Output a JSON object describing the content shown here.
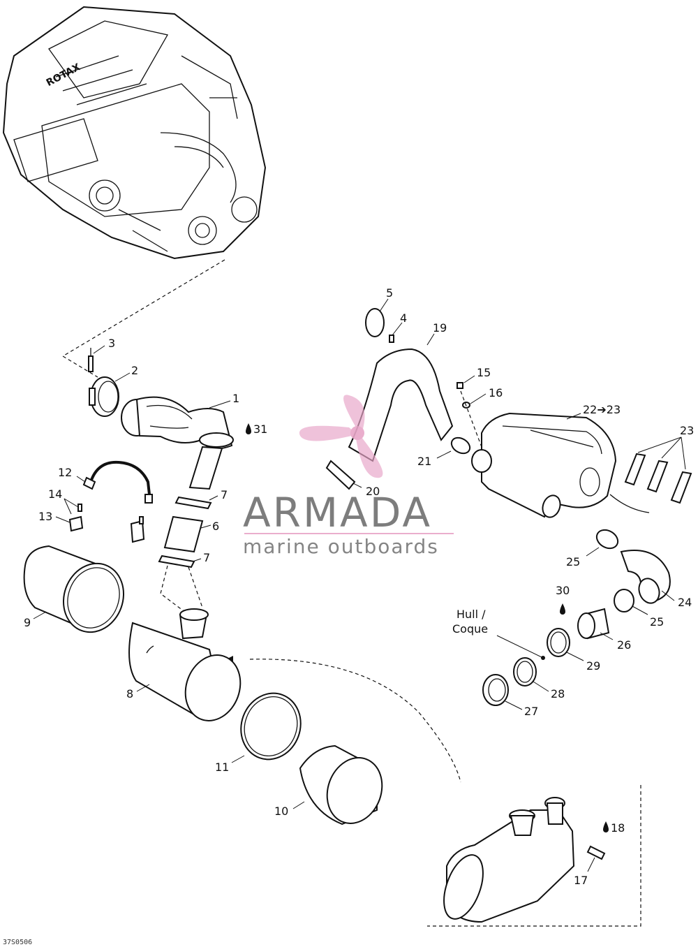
{
  "callouts": {
    "c1": "1",
    "c2": "2",
    "c3": "3",
    "c4": "4",
    "c5": "5",
    "c6": "6",
    "c7a": "7",
    "c7b": "7",
    "c8": "8",
    "c9": "9",
    "c10": "10",
    "c11": "11",
    "c12": "12",
    "c13": "13",
    "c14": "14",
    "c15": "15",
    "c16": "16",
    "c17": "17",
    "c18": "18",
    "c19": "19",
    "c20": "20",
    "c21": "21",
    "c22": "22➔23",
    "c23": "23",
    "c24": "24",
    "c25a": "25",
    "c25b": "25",
    "c26": "26",
    "c27": "27",
    "c28": "28",
    "c29": "29",
    "c30": "30",
    "c31": "31"
  },
  "hull_label": {
    "line1": "Hull /",
    "line2": "Coque"
  },
  "watermark": {
    "title": "ARMADA",
    "subtitle": "marine outboards",
    "accent_color": "#e8a6c8"
  },
  "drawing_code": "37S0506",
  "colors": {
    "line": "#111111",
    "watermark_text": "#6f6f6f",
    "background": "#ffffff"
  }
}
